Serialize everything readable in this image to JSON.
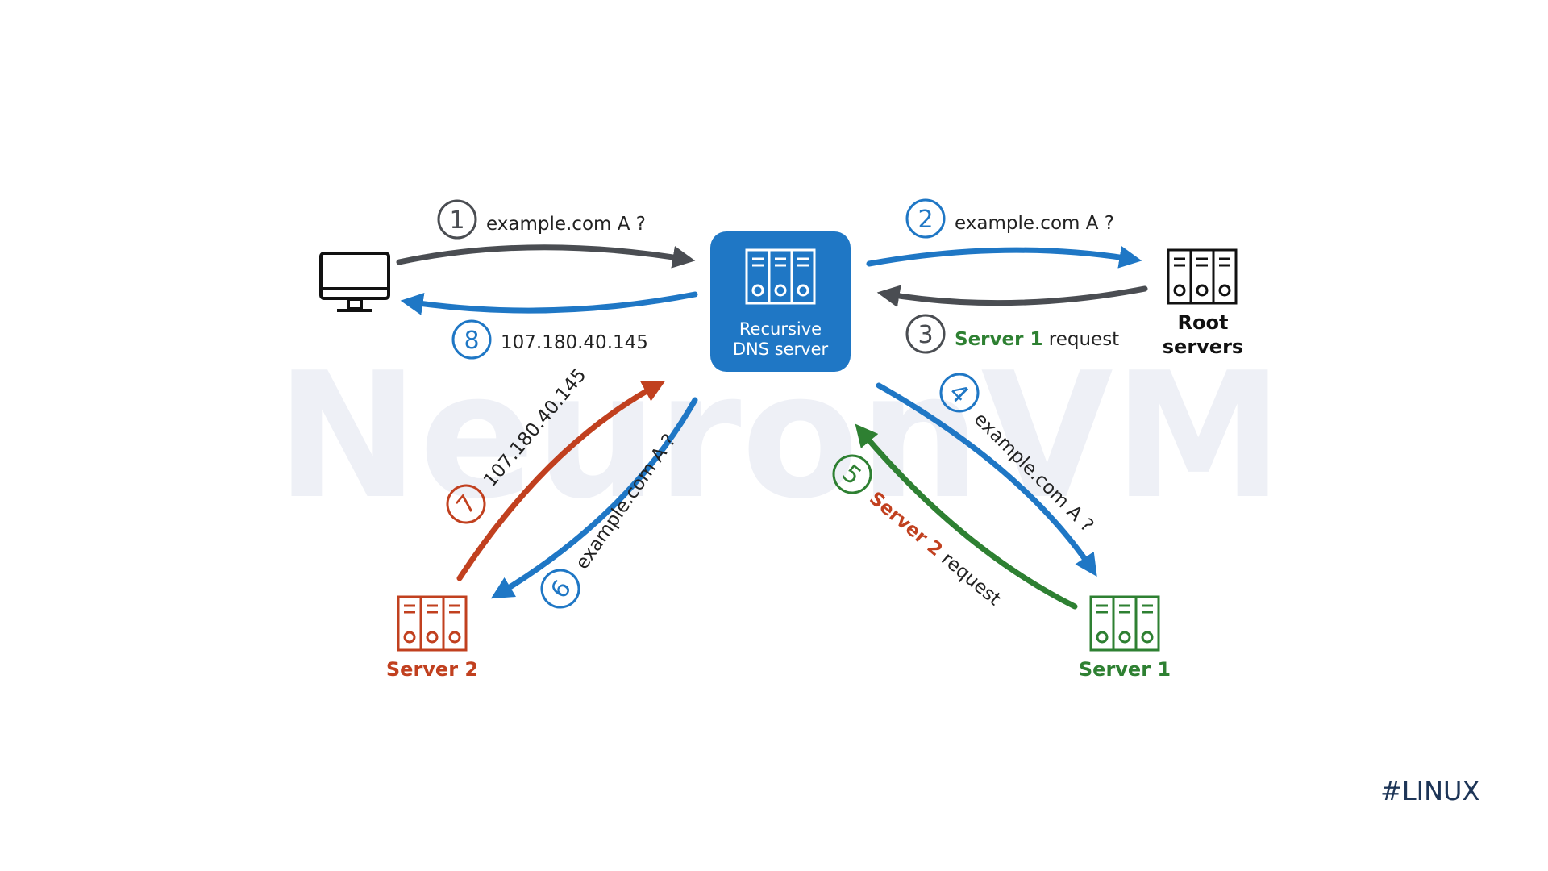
{
  "watermark": "NeuronVM",
  "tag": "#LINUX",
  "colors": {
    "blue": "#1f77c5",
    "gray": "#4a4d52",
    "red": "#c1401f",
    "green": "#2e8032",
    "black": "#111111"
  },
  "nodes": {
    "client": {
      "icon": "monitor-icon"
    },
    "dns": {
      "label_line1": "Recursive",
      "label_line2": "DNS server",
      "icon": "server-rack-icon"
    },
    "root": {
      "label_line1": "Root",
      "label_line2": "servers",
      "icon": "server-rack-icon"
    },
    "server1": {
      "label": "Server 1",
      "icon": "server-rack-icon"
    },
    "server2": {
      "label": "Server 2",
      "icon": "server-rack-icon"
    }
  },
  "steps": [
    {
      "number": "1",
      "text": "example.com A ?"
    },
    {
      "number": "2",
      "text": "example.com A ?"
    },
    {
      "number": "3",
      "highlight": "Server 1",
      "text": " request"
    },
    {
      "number": "4",
      "text": "example.com A ?"
    },
    {
      "number": "5",
      "highlight": "Server 2",
      "text": " request"
    },
    {
      "number": "6",
      "text": "example.com A ?"
    },
    {
      "number": "7",
      "text": "107.180.40.145"
    },
    {
      "number": "8",
      "text": "107.180.40.145"
    }
  ]
}
